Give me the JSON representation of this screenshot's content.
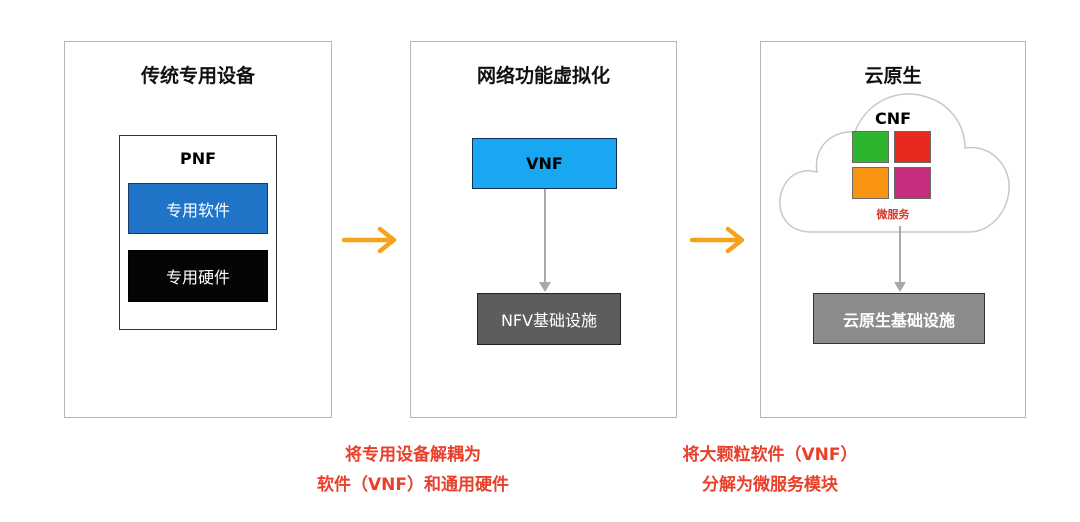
{
  "panels": {
    "traditional": {
      "title": "传统专用设备",
      "pnf_label": "PNF",
      "software": "专用软件",
      "hardware": "专用硬件"
    },
    "nfv": {
      "title": "网络功能虚拟化",
      "vnf": "VNF",
      "infra": "NFV基础设施"
    },
    "cloud_native": {
      "title": "云原生",
      "cnf": "CNF",
      "microservices": "微服务",
      "infra": "云原生基础设施"
    }
  },
  "captions": {
    "left": [
      "将专用设备解耦为",
      "软件（VNF）和通用硬件"
    ],
    "right": [
      "将大颗粒软件（VNF）",
      "分解为微服务模块"
    ]
  },
  "colors": {
    "accent_orange": "#f7a21b",
    "caption_red": "#e8402a",
    "sw_blue": "#1f74c8",
    "vnf_blue": "#1aa7f2",
    "ms_green": "#2db52d",
    "ms_red": "#e82a1e",
    "ms_orange": "#f89412",
    "ms_magenta": "#c62d7c"
  }
}
